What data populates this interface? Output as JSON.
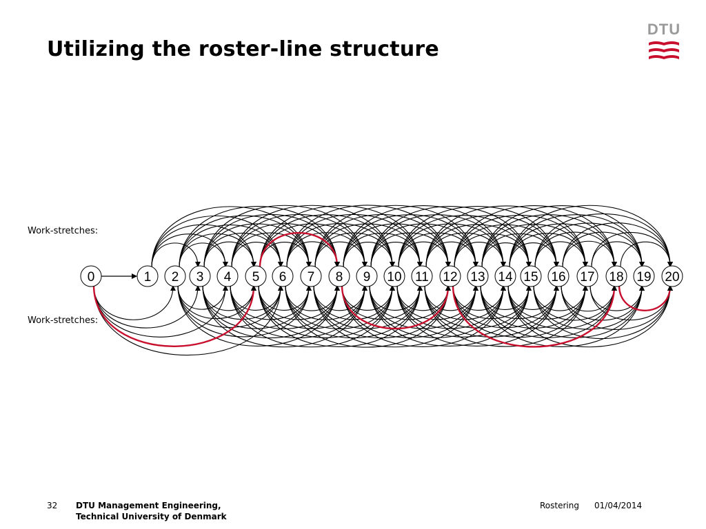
{
  "slide": {
    "title": "Utilizing the roster-line structure",
    "labels": {
      "top": "Work-stretches:",
      "bottom": "Work-stretches:"
    }
  },
  "logo": {
    "text": "DTU",
    "color": "#c8102e",
    "text_color": "#9a9a9a"
  },
  "graph": {
    "nodes": [
      "0",
      "1",
      "2",
      "3",
      "4",
      "5",
      "6",
      "7",
      "8",
      "9",
      "10",
      "11",
      "12",
      "13",
      "14",
      "15",
      "16",
      "17",
      "18",
      "19",
      "20"
    ],
    "edge_color": "#000000",
    "highlight_color": "#c8102e",
    "highlight_top": [
      [
        5,
        8
      ]
    ],
    "highlight_bottom": [
      [
        0,
        5
      ],
      [
        8,
        12
      ],
      [
        12,
        18
      ],
      [
        18,
        20
      ]
    ]
  },
  "footer": {
    "page": "32",
    "org_line1": "DTU Management Engineering,",
    "org_line2": "Technical University of Denmark",
    "topic": "Rostering",
    "date": "01/04/2014"
  }
}
